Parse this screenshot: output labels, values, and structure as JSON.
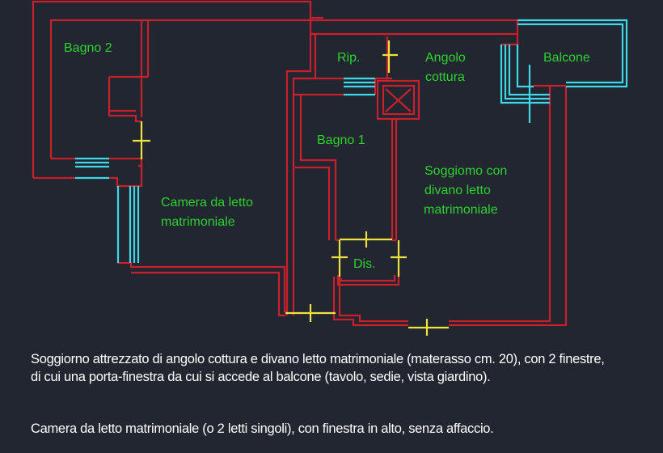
{
  "plan": {
    "rooms": [
      {
        "id": "bagno-2",
        "label": "Bagno 2"
      },
      {
        "id": "rip",
        "label": "Rip."
      },
      {
        "id": "angolo-cottura",
        "label_lines": [
          "Angolo",
          "cottura"
        ]
      },
      {
        "id": "balcone",
        "label": "Balcone"
      },
      {
        "id": "bagno-1",
        "label": "Bagno 1"
      },
      {
        "id": "soggiorno",
        "label_lines": [
          "Soggiomo con",
          "divano letto",
          "matrimoniale"
        ]
      },
      {
        "id": "camera",
        "label_lines": [
          "Camera da letto",
          "matrimoniale"
        ]
      },
      {
        "id": "dis",
        "label": "Dis."
      }
    ],
    "colors": {
      "background": "#212630",
      "walls": "#c8202c",
      "windows": "#3fd8e8",
      "doors": "#f0e040",
      "labels": "#2ed22e",
      "description_text": "#ffffff"
    }
  },
  "description": {
    "paragraph_1": "Soggiorno attrezzato di angolo cottura e divano letto matrimoniale (materasso cm. 20), con 2 finestre, di cui una porta-finestra da cui si accede al balcone (tavolo, sedie, vista giardino).",
    "paragraph_2": "Camera da letto matrimoniale (o 2 letti singoli), con finestra in alto, senza affaccio."
  }
}
